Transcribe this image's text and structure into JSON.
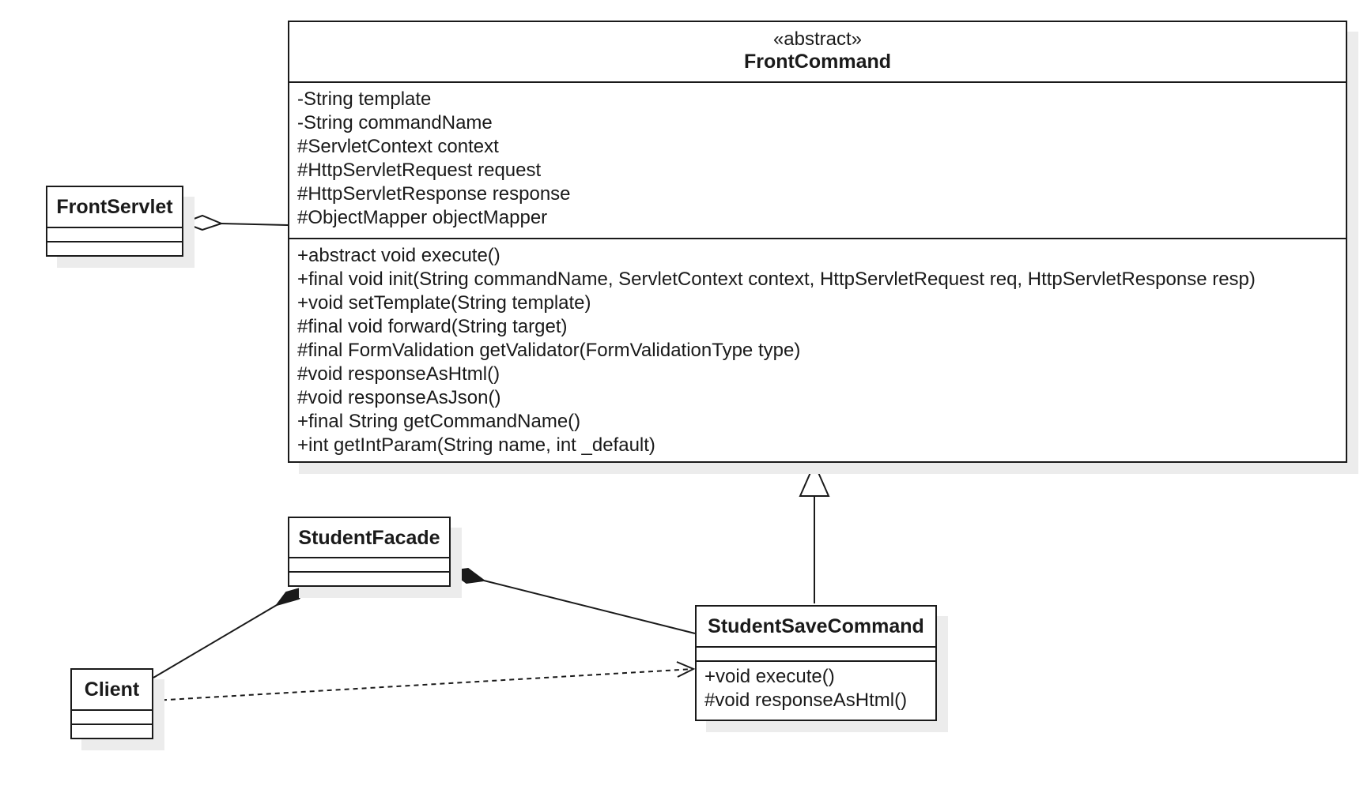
{
  "diagram": {
    "classes": {
      "front_command": {
        "stereotype": "«abstract»",
        "name": "FrontCommand",
        "attributes": [
          "-String template",
          "-String commandName",
          "#ServletContext context",
          "#HttpServletRequest request",
          "#HttpServletResponse response",
          "#ObjectMapper objectMapper"
        ],
        "operations": [
          "+abstract void execute()",
          "+final void init(String commandName, ServletContext context, HttpServletRequest req, HttpServletResponse resp)",
          "+void setTemplate(String template)",
          "#final void forward(String target)",
          "#final FormValidation getValidator(FormValidationType type)",
          "#void responseAsHtml()",
          "#void responseAsJson()",
          "+final String getCommandName()",
          "+int getIntParam(String name, int _default)"
        ]
      },
      "front_servlet": {
        "name": "FrontServlet"
      },
      "student_facade": {
        "name": "StudentFacade"
      },
      "student_save_command": {
        "name": "StudentSaveCommand",
        "operations": [
          "+void execute()",
          "#void responseAsHtml()"
        ]
      },
      "client": {
        "name": "Client"
      }
    },
    "relations": [
      {
        "type": "aggregation",
        "whole": "FrontServlet",
        "part": "FrontCommand"
      },
      {
        "type": "generalization",
        "child": "StudentSaveCommand",
        "parent": "FrontCommand"
      },
      {
        "type": "composition",
        "whole": "StudentFacade",
        "part": "StudentSaveCommand"
      },
      {
        "type": "composition",
        "whole": "StudentFacade",
        "part": "Client"
      },
      {
        "type": "dependency",
        "from": "Client",
        "to": "StudentSaveCommand"
      }
    ]
  }
}
